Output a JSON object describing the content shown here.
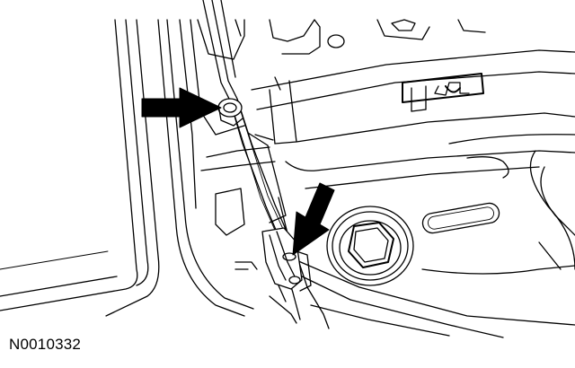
{
  "figure": {
    "id_label": "N0010332",
    "colors": {
      "ink": "#000000",
      "paper": "#ffffff"
    },
    "callouts": [
      {
        "name": "upper-arrow",
        "points_to": "cable-ball-end"
      },
      {
        "name": "lower-arrow",
        "points_to": "cable-retainer-clip"
      }
    ]
  }
}
